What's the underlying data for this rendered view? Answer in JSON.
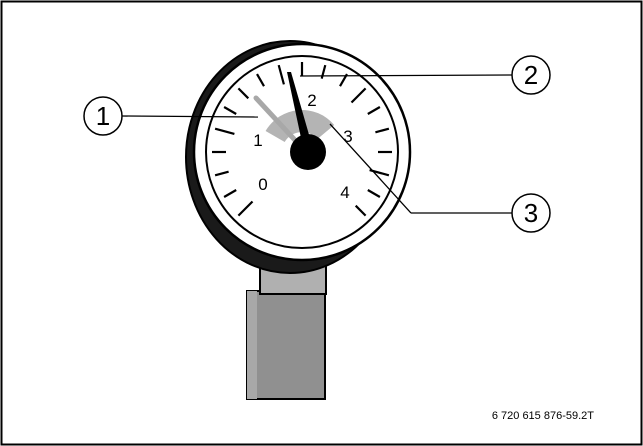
{
  "figure": {
    "dial_scale": [
      {
        "id": "scale-0",
        "label": "0"
      },
      {
        "id": "scale-1",
        "label": "1"
      },
      {
        "id": "scale-2",
        "label": "2"
      },
      {
        "id": "scale-3",
        "label": "3"
      },
      {
        "id": "scale-4",
        "label": "4"
      }
    ],
    "callouts": [
      {
        "id": "callout-1",
        "label": "1"
      },
      {
        "id": "callout-2",
        "label": "2"
      },
      {
        "id": "callout-3",
        "label": "3"
      }
    ],
    "caption": "6 720 615 876-59.2T",
    "colors": {
      "frame": "#000000",
      "background": "#ffffff",
      "pipe": "#909090",
      "fitting": "#b0b0b0",
      "gray_zone": "#b4b4b4",
      "marker_needle": "#a8a8a8",
      "hub": "#000000"
    }
  }
}
